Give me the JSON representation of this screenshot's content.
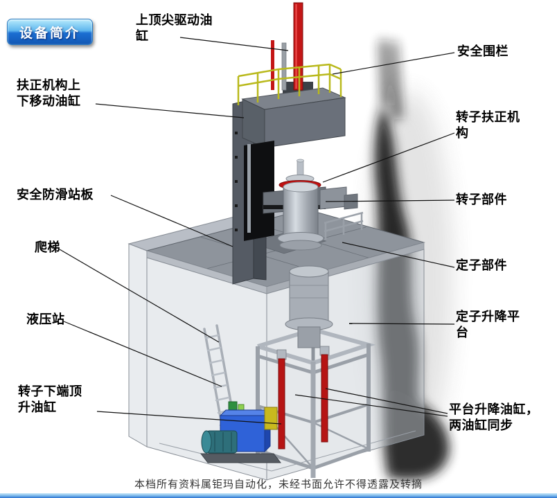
{
  "page": {
    "title_badge": "设备简介",
    "watermark": "本档所有资料属钜玛自动化，未经书面允许不得透露及转摘"
  },
  "labels": [
    {
      "id": "top-center-drive-cylinder",
      "text": "上顶尖驱动油缸"
    },
    {
      "id": "safety-fence",
      "text": "安全围栏"
    },
    {
      "id": "centering-mechanism-lift-cylinder",
      "text": "扶正机构上下移动油缸"
    },
    {
      "id": "rotor-centering-mechanism",
      "text": "转子扶正机构"
    },
    {
      "id": "anti-slip-standing-platform",
      "text": "安全防滑站板"
    },
    {
      "id": "rotor-part",
      "text": "转子部件"
    },
    {
      "id": "ladder",
      "text": "爬梯"
    },
    {
      "id": "stator-part",
      "text": "定子部件"
    },
    {
      "id": "hydraulic-station",
      "text": "液压站"
    },
    {
      "id": "stator-lift-platform",
      "text": "定子升降平台"
    },
    {
      "id": "rotor-bottom-jack-cylinder",
      "text": "转子下端顶升油缸"
    },
    {
      "id": "platform-lift-cylinders",
      "text": "平台升降油缸，两油缸同步"
    }
  ],
  "colors": {
    "badge_blue": "#1b6ed2",
    "cylinder_red": "#c41616",
    "railing_yellow": "#b9b91c",
    "hydraulic_blue": "#2f62d8",
    "frame_gray": "#9aa0a8"
  }
}
